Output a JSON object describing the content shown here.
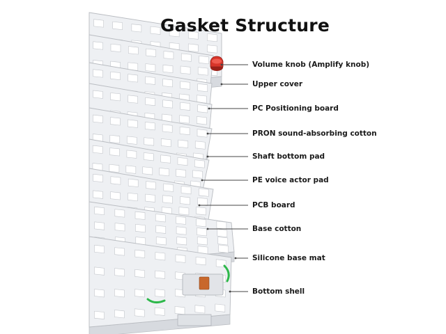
{
  "title": "Gasket Structure",
  "colors": {
    "knob": "#d8352a",
    "accent_clip": "#2db84a",
    "connector": "#c8682c",
    "leader_line": "#444444",
    "layer_stroke": "#b9bcc1",
    "layer_fill": "#eef0f3"
  },
  "layers": [
    {
      "label": "Volume knob (Amplify knob)",
      "icon": "red-knob-icon"
    },
    {
      "label": "Upper cover"
    },
    {
      "label": "PC Positioning board"
    },
    {
      "label": "PRON sound-absorbing cotton"
    },
    {
      "label": "Shaft bottom pad"
    },
    {
      "label": "PE voice actor pad"
    },
    {
      "label": "PCB board"
    },
    {
      "label": "Base cotton"
    },
    {
      "label": "Silicone base mat"
    },
    {
      "label": "Bottom shell"
    }
  ]
}
